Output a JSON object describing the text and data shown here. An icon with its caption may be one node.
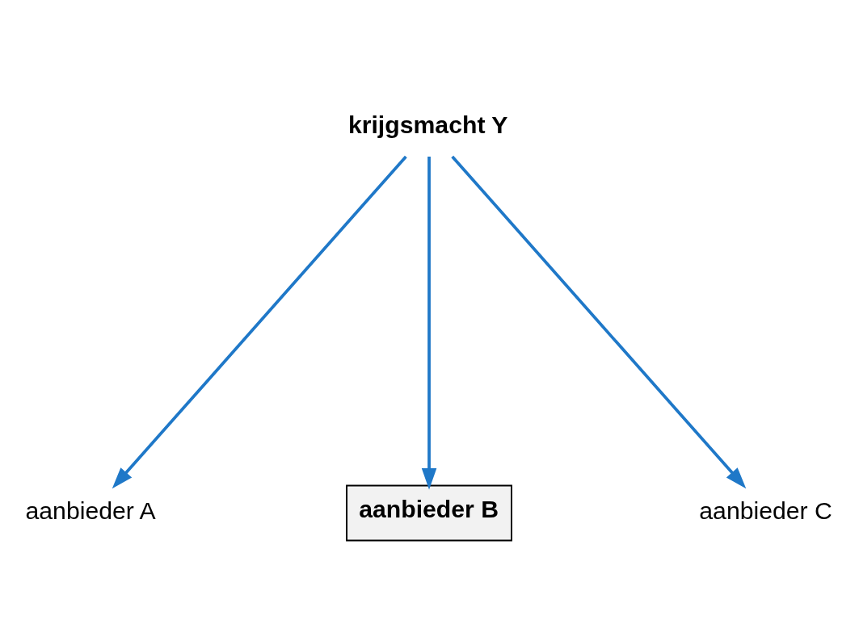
{
  "diagram": {
    "nodes": [
      {
        "text": [
          "krijgsmacht Y"
        ]
      },
      {
        "text": [
          "aanbieder A"
        ]
      },
      {
        "text": [
          "aanbieder B"
        ]
      },
      {
        "text": [
          "aanbieder C"
        ]
      }
    ],
    "edges": [
      {
        "from": 0,
        "to": 1,
        "arrow": "to"
      },
      {
        "from": 0,
        "to": 2,
        "arrow": "to"
      },
      {
        "from": 0,
        "to": 3,
        "arrow": "to"
      }
    ]
  }
}
